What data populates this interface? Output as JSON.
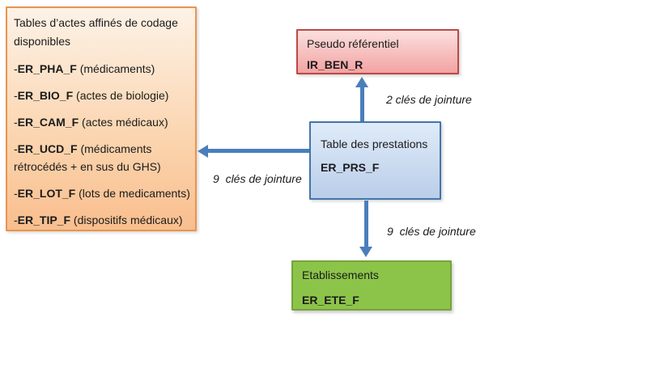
{
  "colors": {
    "arrow": "#4A7EBB",
    "orange_box_border": "#E8954E",
    "orange_box_fill_top": "#FDF2E7",
    "orange_box_fill_bottom": "#F9BE8E",
    "pink_box_border": "#BC4946",
    "pink_box_fill_top": "#FBE0DF",
    "pink_box_fill_bottom": "#F2A3A2",
    "blue_box_border": "#4375AC",
    "blue_box_fill_top": "#DFEBF9",
    "blue_box_fill_bottom": "#BACEE9",
    "green_box_border": "#76A33B",
    "green_box_fill": "#8CC44A"
  },
  "coding_tables_box": {
    "title": "Tables d’actes affinés de codage\ndisponibles",
    "items": [
      {
        "bullet": "-",
        "name": "ER_PHA_F",
        "desc": " (médicaments)"
      },
      {
        "bullet": "-",
        "name": "ER_BIO_F",
        "desc": " (actes de biologie)"
      },
      {
        "bullet": "-",
        "name": "ER_CAM_F",
        "desc": " (actes médicaux)"
      },
      {
        "bullet": "-",
        "name": "ER_UCD_F",
        "desc": " (médicaments\nrétrocédés + en sus du GHS)"
      },
      {
        "bullet": "-",
        "name": "ER_LOT_F",
        "desc": " (lots de medicaments)"
      },
      {
        "bullet": "-",
        "name": "ER_TIP_F",
        "desc": " (dispositifs médicaux)"
      }
    ]
  },
  "pseudo_referentiel_box": {
    "label": "Pseudo référentiel",
    "name": "IR_BEN_R"
  },
  "prestations_box": {
    "label": "Table des prestations",
    "name": "ER_PRS_F"
  },
  "etablissements_box": {
    "label": "Etablissements",
    "name": "ER_ETE_F"
  },
  "join_labels": {
    "to_referentiel": "2 clés de jointure",
    "to_coding_tables": "9  clés de jointure",
    "to_etablissements": "9  clés de jointure"
  }
}
